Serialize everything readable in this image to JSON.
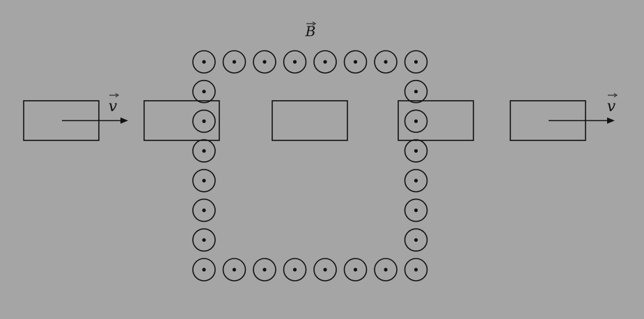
{
  "diagram": {
    "field_label": "B",
    "field_direction": "out-of-page",
    "velocity_label": "v",
    "loops": [
      {
        "name": "loop-1",
        "velocity_arrow": true
      },
      {
        "name": "loop-2",
        "velocity_arrow": false
      },
      {
        "name": "loop-3",
        "velocity_arrow": false
      },
      {
        "name": "loop-4",
        "velocity_arrow": false
      },
      {
        "name": "loop-5",
        "velocity_arrow": true
      }
    ],
    "colors": {
      "background": "#a5a5a5",
      "stroke": "#111111"
    }
  }
}
